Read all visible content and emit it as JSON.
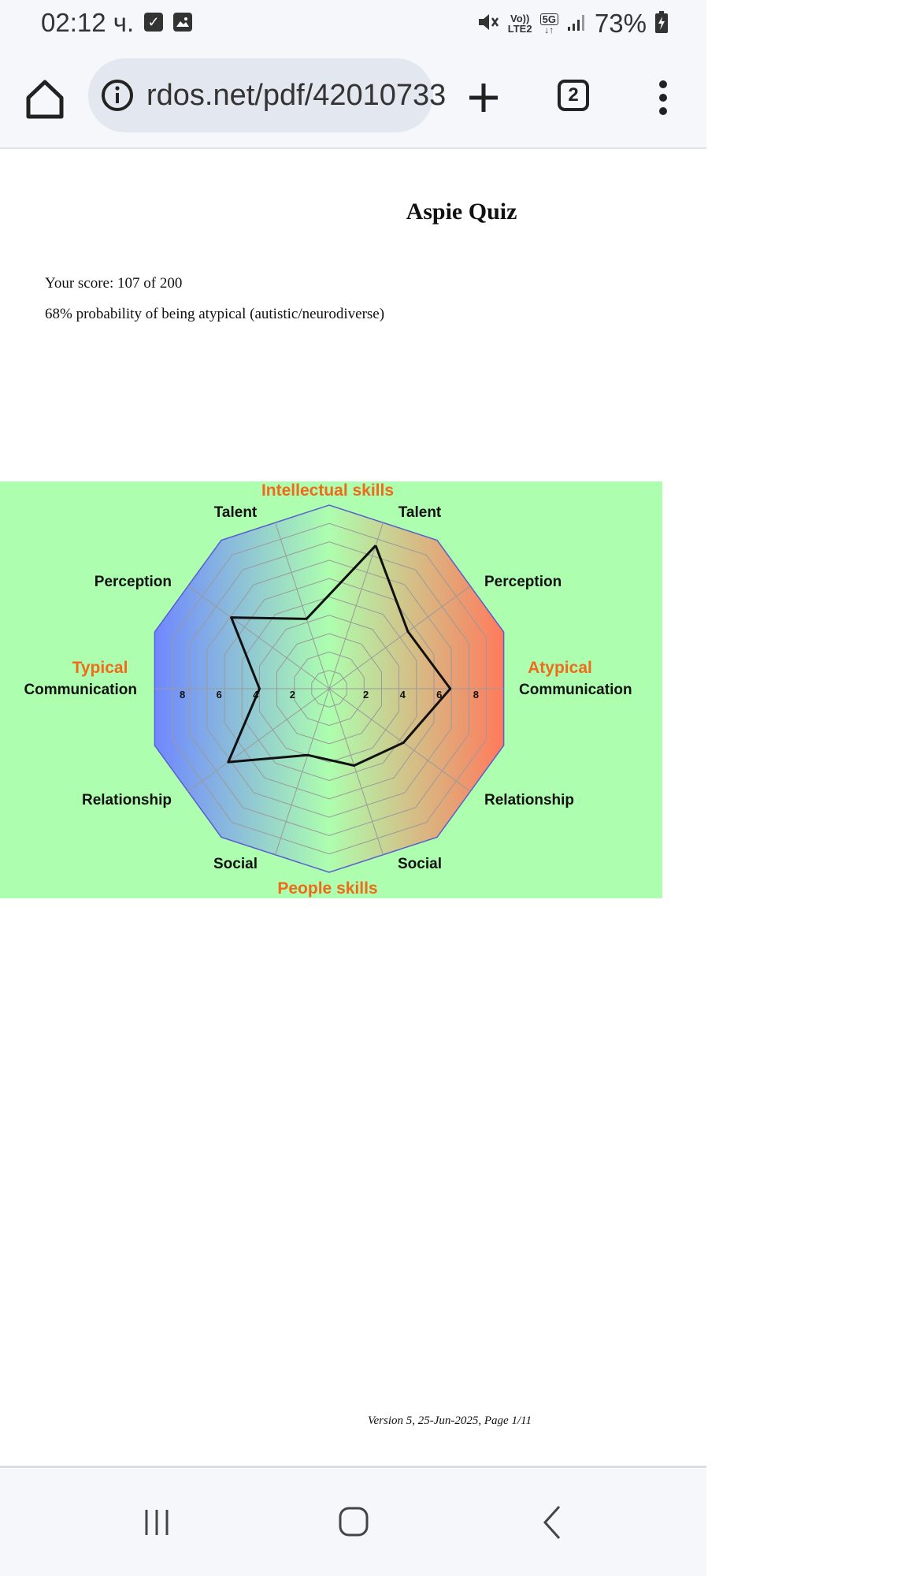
{
  "status_bar": {
    "time": "02:12 ч.",
    "volte_top": "Vo))",
    "volte_bottom": "LTE2",
    "network_badge": "5G",
    "battery_text": "73%"
  },
  "browser": {
    "url": "rdos.net/pdf/42010733",
    "tab_count": "2"
  },
  "document": {
    "title": "Aspie Quiz",
    "score_line": "Your score: 107 of 200",
    "probability_line": "68% probability of being atypical (autistic/neurodiverse)",
    "footer": "Version 5, 25-Jun-2025,  Page 1/11"
  },
  "chart_data": {
    "type": "radar",
    "group_labels": {
      "top": "Intellectual skills",
      "bottom": "People skills",
      "left": "Typical",
      "right": "Atypical"
    },
    "axes": [
      "Talent",
      "Perception",
      "Communication",
      "Relationship",
      "Social",
      "Social",
      "Relationship",
      "Communication",
      "Perception",
      "Talent"
    ],
    "axis_sides": [
      "right",
      "right",
      "right",
      "right",
      "right",
      "left",
      "left",
      "left",
      "left",
      "left"
    ],
    "tick_labels": [
      "2",
      "4",
      "6",
      "8"
    ],
    "range": [
      0,
      10
    ],
    "values": [
      8.2,
      5.3,
      6.6,
      5.0,
      4.4,
      3.8,
      6.8,
      3.8,
      6.6,
      4.0
    ],
    "colors": {
      "background": "#adfeae",
      "typical": "#6f87ff",
      "atypical": "#ff7a5c",
      "group_label": "#f06a1a",
      "line": "#111111"
    }
  }
}
